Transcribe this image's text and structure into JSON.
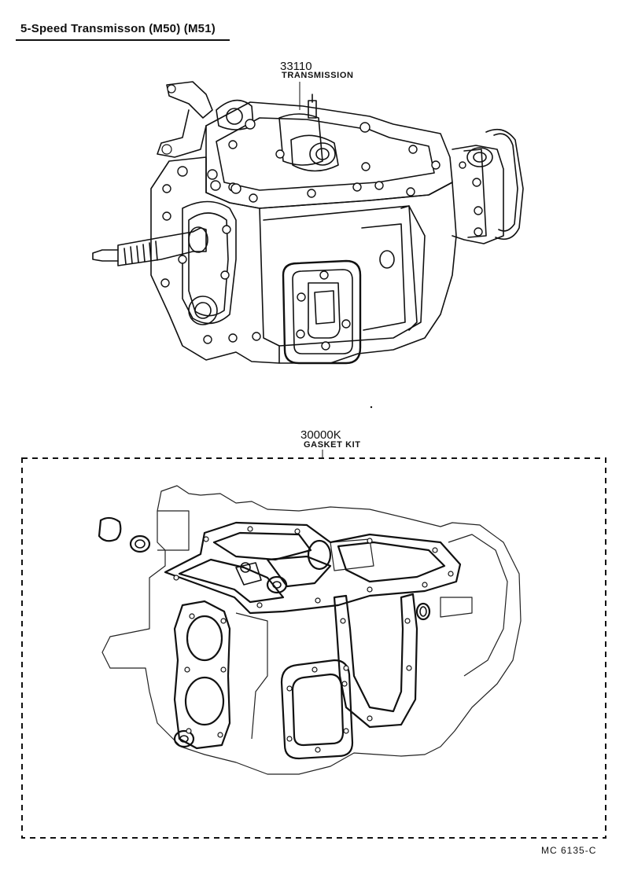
{
  "title": "5-Speed Transmisson (M50) (M51)",
  "parts": [
    {
      "number": "33110",
      "name": "TRANSMISSION"
    },
    {
      "number": "30000K",
      "name": "GASKET KIT"
    }
  ],
  "doc_code": "MC  6135-C"
}
